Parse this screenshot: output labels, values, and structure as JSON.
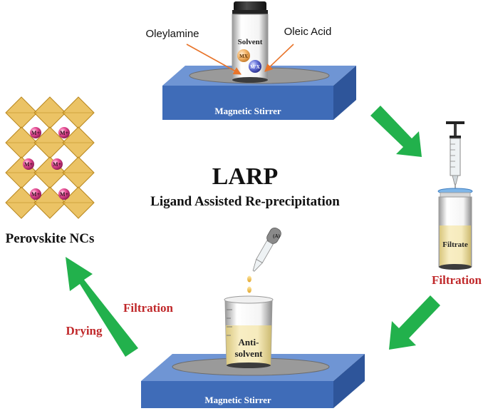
{
  "title": "LARP",
  "subtitle": "Ligand Assisted Re-precipitation",
  "top_station": {
    "stirrer_label": "Magnetic Stirrer",
    "vial_label": "Solvent",
    "salt_1": "MX",
    "salt_2": "M'X",
    "ligand_left": "Oleylamine",
    "ligand_right": "Oleic Acid"
  },
  "right_station": {
    "vial_label": "Filtrate",
    "step_label": "Filtration"
  },
  "bottom_station": {
    "stirrer_label": "Magnetic Stirrer",
    "beaker_label_line1": "Anti-",
    "beaker_label_line2": "solvent",
    "dropper_label": "(A)"
  },
  "left_station": {
    "product_label": "Perovskite NCs",
    "ion_labels": [
      "M+",
      "M+",
      "M+",
      "M+",
      "M+",
      "M+"
    ],
    "step_label_1": "Filtration",
    "step_label_2": "Drying"
  },
  "colors": {
    "arrow": "#22b14c",
    "step_text": "#c0282a",
    "stirrer": "#4a78c2",
    "liquid": "#f3e7b0",
    "crystal": "#e8b84a",
    "ion": "#e0408a"
  }
}
